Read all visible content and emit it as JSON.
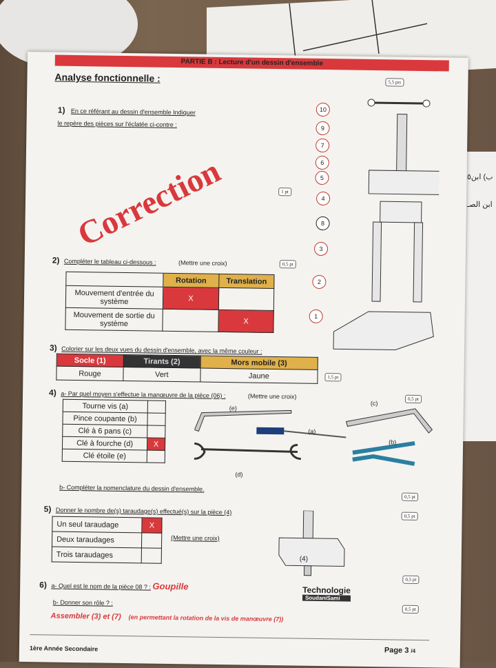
{
  "header": {
    "partie": "PARTIE B : Lecture d'un dessin d'ensemble",
    "points": "5,5 pts",
    "title": "Analyse fonctionnelle :"
  },
  "q1": {
    "num": "1)",
    "text_line1": "En ce référant au dessin d'ensemble Indiquer",
    "text_line2": "le repère des pièces sur l'éclatée ci-contre :",
    "points": "1 pt"
  },
  "watermark": "Correction",
  "q2": {
    "num": "2)",
    "text": "Compléter le tableau ci-dessous :",
    "note": "(Mettre une croix)",
    "points": "0,5 pt",
    "headers": [
      "Rotation",
      "Translation"
    ],
    "rows": [
      {
        "label": "Mouvement d'entrée du système",
        "rotation": "X",
        "translation": ""
      },
      {
        "label": "Mouvement de sortie du système",
        "rotation": "",
        "translation": "X"
      }
    ]
  },
  "q3": {
    "num": "3)",
    "text": "Colorier sur les deux vues du dessin d'ensemble, avec la même couleur :",
    "points": "1,5 pt",
    "headers": [
      "Socle (1)",
      "Tirants (2)",
      "Mors mobile (3)"
    ],
    "values": [
      "Rouge",
      "Vert",
      "Jaune"
    ]
  },
  "q4": {
    "num": "4)",
    "text": "a- Par quel moyen s'effectue la manœuvre de la pièce (06) :",
    "note": "(Mettre une croix)",
    "points": "0,5 pt",
    "options": [
      {
        "label": "Tourne vis (a)",
        "mark": ""
      },
      {
        "label": "Pince coupante (b)",
        "mark": ""
      },
      {
        "label": "Clé à 6 pans (c)",
        "mark": ""
      },
      {
        "label": "Clé à fourche (d)",
        "mark": "X"
      },
      {
        "label": "Clé étoile (e)",
        "mark": ""
      }
    ],
    "tool_labels": [
      "(e)",
      "(a)",
      "(c)",
      "(b)",
      "(d)"
    ],
    "b_text": "b- Compléter la nomenclature du dessin d'ensemble.",
    "b_points": "0,5 pt"
  },
  "q5": {
    "num": "5)",
    "text": "Donner le nombre de(s) taraudage(s) effectué(s) sur la pièce (4)",
    "note": "(Mettre une croix)",
    "points": "0,5 pt",
    "options": [
      {
        "label": "Un seul taraudage",
        "mark": "X"
      },
      {
        "label": "Deux taraudages",
        "mark": ""
      },
      {
        "label": "Trois taraudages",
        "mark": ""
      }
    ],
    "piece_label": "(4)"
  },
  "q6": {
    "num": "6)",
    "a_text": "a- Quel est le nom de la pièce 08 ? :",
    "a_answer": "Goupille",
    "a_points": "0,5 pt",
    "b_text": "b- Donner son rôle ? :",
    "b_points": "0,5 pt",
    "b_answer": "Assembler (3) et (7)",
    "b_answer2": "(en permettant la rotation de la vis de manœuvre (7))"
  },
  "logo": {
    "line1": "Technologie",
    "line2": "SoudaniSami"
  },
  "footer": {
    "level": "1ère Année Secondaire",
    "page": "Page 3",
    "total": "/4"
  },
  "exploded_labels": [
    "10",
    "9",
    "7",
    "6",
    "5",
    "4",
    "8",
    "3",
    "2",
    "1"
  ],
  "margin_arabic": [
    "ب) ابن٥",
    "ابن الصـ"
  ]
}
